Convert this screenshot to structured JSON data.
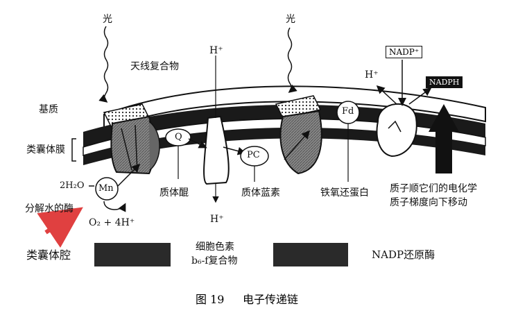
{
  "labels": {
    "light_left": "光",
    "light_right": "光",
    "antenna_complex": "天线复合物",
    "h_plus_top_center": "H⁺",
    "h_plus_right": "H⁺",
    "stroma": "基质",
    "thylakoid_membrane": "类囊体膜",
    "water_formula": "2H₂O",
    "mn": "Mn",
    "q": "Q",
    "pc": "PC",
    "fd": "Fd",
    "nadp_plus": "NADP⁺",
    "nadph": "NADPH",
    "water_splitting_enzyme": "分解水的酶",
    "products": "O₂ + 4H⁺",
    "h_plus_bottom": "H⁺",
    "plastoquinone": "质体醌",
    "plastocyanin": "质体蓝素",
    "ferredoxin": "铁氧还蛋白",
    "proton_gradient_line1": "质子顺它们的电化学",
    "proton_gradient_line2": "质子梯度向下移动",
    "thylakoid_lumen": "类囊体腔",
    "cytochrome_line1": "细胞色素",
    "cytochrome_line2": "b₆-f复合物",
    "nadp_reductase": "NADP还原酶"
  },
  "caption": {
    "figure_number": "图 19",
    "title": "电子传递链"
  },
  "colors": {
    "ink": "#111111",
    "arrow_red": "#e04040",
    "swatch": "#2a2a2a"
  },
  "icons": [
    "light-wave-icon",
    "red-arrow-icon",
    "membrane-band-icon"
  ]
}
